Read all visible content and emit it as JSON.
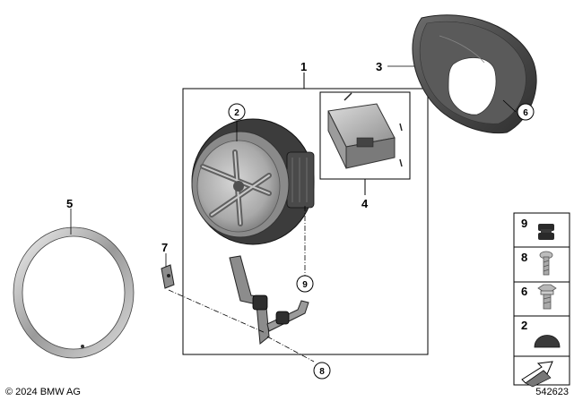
{
  "callouts": {
    "c1": "1",
    "c2": "2",
    "c3": "3",
    "c4": "4",
    "c5": "5",
    "c6": "6",
    "c7": "7",
    "c8": "8",
    "c9": "9"
  },
  "legend": [
    {
      "number": "9",
      "part": "rubber-grommet-icon"
    },
    {
      "number": "8",
      "part": "screw-icon"
    },
    {
      "number": "6",
      "part": "hex-bolt-icon"
    },
    {
      "number": "2",
      "part": "rubber-cap-icon"
    }
  ],
  "footer": {
    "copyright": "© 2024 BMW AG",
    "drawing_number": "542623"
  }
}
